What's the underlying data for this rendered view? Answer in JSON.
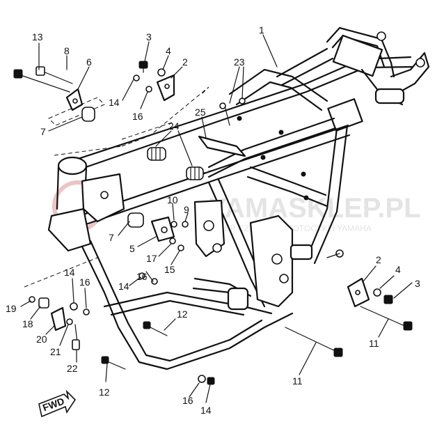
{
  "watermark": {
    "text": "YAMASKLEP.PL",
    "subtext": "SKLEP CZĘŚCI DO MOTOCYKLI YAMAHA",
    "color": "#e4e4e4",
    "logo_color": "#e8b4b4"
  },
  "fwd_label": "FWD",
  "callouts": [
    {
      "id": "c1",
      "text": "1"
    },
    {
      "id": "c23",
      "text": "23"
    },
    {
      "id": "c13",
      "text": "13"
    },
    {
      "id": "c8",
      "text": "8"
    },
    {
      "id": "c6",
      "text": "6"
    },
    {
      "id": "c7a",
      "text": "7"
    },
    {
      "id": "c3a",
      "text": "3"
    },
    {
      "id": "c4a",
      "text": "4"
    },
    {
      "id": "c2a",
      "text": "2"
    },
    {
      "id": "c14a",
      "text": "14"
    },
    {
      "id": "c16a",
      "text": "16"
    },
    {
      "id": "c25",
      "text": "25"
    },
    {
      "id": "c24",
      "text": "24"
    },
    {
      "id": "c10",
      "text": "10"
    },
    {
      "id": "c9",
      "text": "9"
    },
    {
      "id": "c7b",
      "text": "7"
    },
    {
      "id": "c5",
      "text": "5"
    },
    {
      "id": "c17",
      "text": "17"
    },
    {
      "id": "c15",
      "text": "15"
    },
    {
      "id": "c14b",
      "text": "14"
    },
    {
      "id": "c16b",
      "text": "16"
    },
    {
      "id": "c14c",
      "text": "14"
    },
    {
      "id": "c16c",
      "text": "16"
    },
    {
      "id": "c19",
      "text": "19"
    },
    {
      "id": "c18",
      "text": "18"
    },
    {
      "id": "c20",
      "text": "20"
    },
    {
      "id": "c21",
      "text": "21"
    },
    {
      "id": "c22",
      "text": "22"
    },
    {
      "id": "c12a",
      "text": "12"
    },
    {
      "id": "c12b",
      "text": "12"
    },
    {
      "id": "c11a",
      "text": "11"
    },
    {
      "id": "c11b",
      "text": "11"
    },
    {
      "id": "c2b",
      "text": "2"
    },
    {
      "id": "c4b",
      "text": "4"
    },
    {
      "id": "c3b",
      "text": "3"
    },
    {
      "id": "c16d",
      "text": "16"
    },
    {
      "id": "c14d",
      "text": "14"
    }
  ]
}
